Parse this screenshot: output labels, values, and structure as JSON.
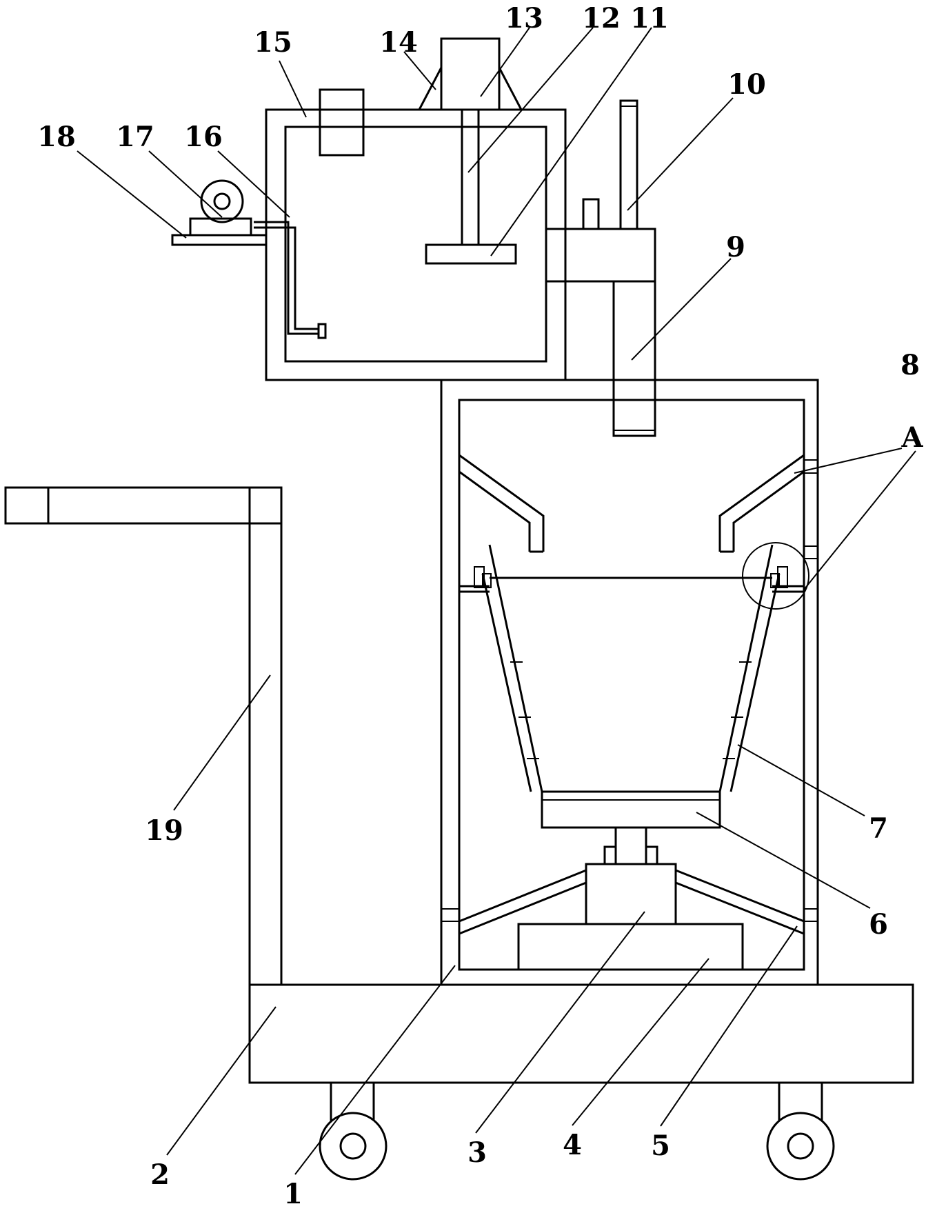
{
  "figure": {
    "labels": {
      "l1": "1",
      "l2": "2",
      "l3": "3",
      "l4": "4",
      "l5": "5",
      "l6": "6",
      "l7": "7",
      "l8": "8",
      "l9": "9",
      "l10": "10",
      "l11": "11",
      "l12": "12",
      "l13": "13",
      "l14": "14",
      "l15": "15",
      "l16": "16",
      "l17": "17",
      "l18": "18",
      "l19": "19",
      "lA": "A"
    }
  }
}
